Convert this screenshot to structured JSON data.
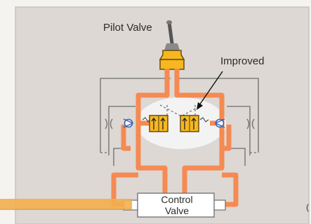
{
  "labels": {
    "pilot_valve": "Pilot Valve",
    "improved": "Improved",
    "control_valve_line1": "Control",
    "control_valve_line2": "Valve",
    "edge_char": "("
  },
  "colors": {
    "panel": "#ddd8d4",
    "border": "#c9c3be",
    "outer_bg": "#f5f3f0",
    "hydraulic_line": "#f58a52",
    "valve_yellow": "#f6b81e",
    "valve_outline": "#6a4a14",
    "pilot_line": "#6d6d6d",
    "ellipse": "#f4f4f4",
    "check_blue": "#3a5fae",
    "text": "#2b2b2b",
    "accent_bar": "#f3ae4d"
  },
  "icons": [
    "toggle-lever-icon",
    "check-valve-icon",
    "orifice-icon",
    "arrow-icon"
  ]
}
